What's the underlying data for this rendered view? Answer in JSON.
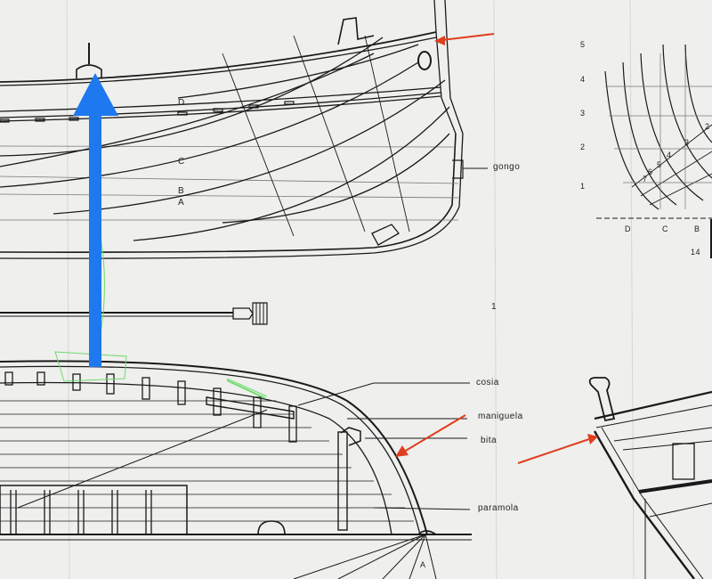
{
  "profile_view": {
    "waterline_letters": [
      "D",
      "C",
      "B",
      "A"
    ],
    "part_label": "gongo"
  },
  "section_view": {
    "level_numbers": [
      "5",
      "4",
      "3",
      "2",
      "1"
    ],
    "frame_numbers": [
      "2",
      "3",
      "4",
      "5",
      "6",
      "7"
    ],
    "base_letters": [
      "D",
      "C",
      "B"
    ],
    "bottom_number": "14"
  },
  "plan_view": {
    "part_labels": [
      "cosia",
      "maniguela",
      "bita",
      "paramola"
    ],
    "stray_mark": "1",
    "corner_letter": "A"
  },
  "annotations": {
    "arrow_color_red": "#e03e1e",
    "arrow_color_blue": "#1e78f0",
    "highlight_color_green": "#6cdc6c"
  }
}
